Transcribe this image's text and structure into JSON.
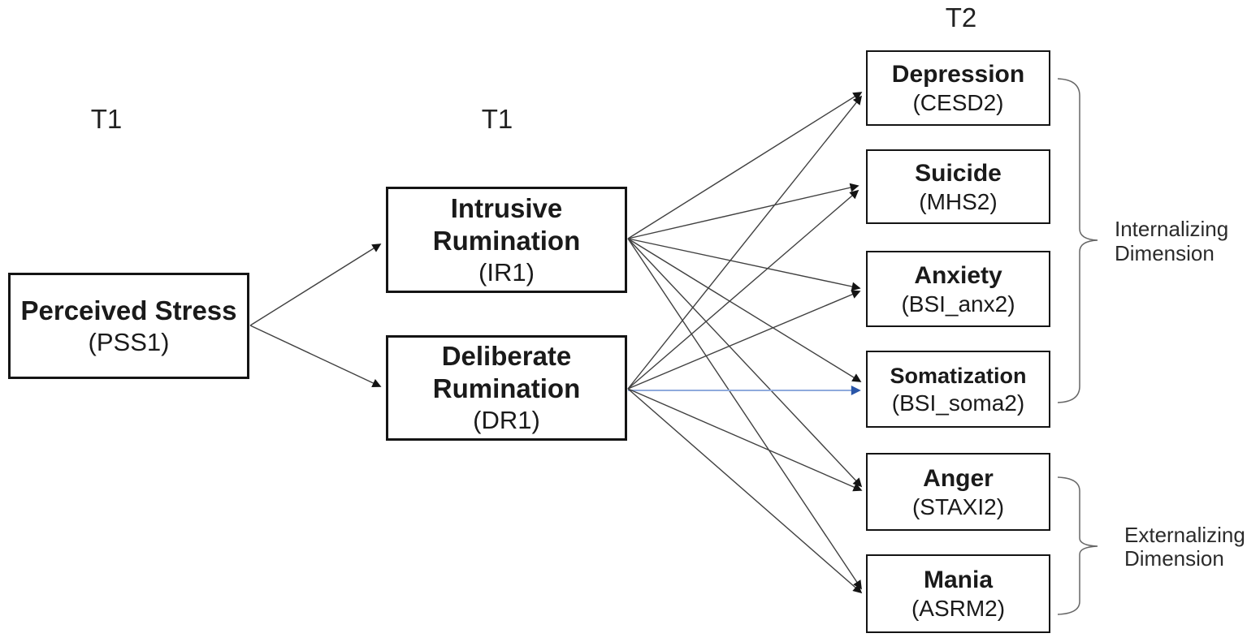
{
  "figure": {
    "time_labels": {
      "left": "T1",
      "middle": "T1",
      "right": "T2"
    },
    "nodes": {
      "pss1": {
        "title": "Perceived Stress",
        "code": "(PSS1)"
      },
      "ir1": {
        "title": "Intrusive Rumination",
        "code": "(IR1)"
      },
      "dr1": {
        "title": "Deliberate Rumination",
        "code": "(DR1)"
      },
      "depression": {
        "title": "Depression",
        "code": "(CESD2)"
      },
      "suicide": {
        "title": "Suicide",
        "code": "(MHS2)"
      },
      "anxiety": {
        "title": "Anxiety",
        "code": "(BSI_anx2)"
      },
      "somatization": {
        "title": "Somatization",
        "code": "(BSI_soma2)"
      },
      "anger": {
        "title": "Anger",
        "code": "(STAXI2)"
      },
      "mania": {
        "title": "Mania",
        "code": "(ASRM2)"
      }
    },
    "dimension_labels": {
      "internalizing": "Internalizing Dimension",
      "externalizing": "Externalizing Dimension"
    },
    "edges": [
      {
        "from": "pss1",
        "to": "ir1",
        "color": "black"
      },
      {
        "from": "pss1",
        "to": "dr1",
        "color": "black"
      },
      {
        "from": "ir1",
        "to": "depression",
        "color": "black"
      },
      {
        "from": "ir1",
        "to": "suicide",
        "color": "black"
      },
      {
        "from": "ir1",
        "to": "anxiety",
        "color": "black"
      },
      {
        "from": "ir1",
        "to": "somatization",
        "color": "black"
      },
      {
        "from": "ir1",
        "to": "anger",
        "color": "black"
      },
      {
        "from": "ir1",
        "to": "mania",
        "color": "black"
      },
      {
        "from": "dr1",
        "to": "depression",
        "color": "black"
      },
      {
        "from": "dr1",
        "to": "suicide",
        "color": "black"
      },
      {
        "from": "dr1",
        "to": "anxiety",
        "color": "black"
      },
      {
        "from": "dr1",
        "to": "somatization",
        "color": "blue"
      },
      {
        "from": "dr1",
        "to": "anger",
        "color": "black"
      },
      {
        "from": "dr1",
        "to": "mania",
        "color": "black"
      }
    ],
    "groups": [
      {
        "label": "Internalizing Dimension",
        "members": [
          "depression",
          "suicide",
          "anxiety",
          "somatization"
        ]
      },
      {
        "label": "Externalizing Dimension",
        "members": [
          "anger",
          "mania"
        ]
      }
    ],
    "colors": {
      "background": "#ffffff",
      "arrow": "#404040",
      "arrowhead": "#141414",
      "highlight_arrow_line": "#8faadc",
      "highlight_arrowhead": "#2a56a8",
      "box_border": "#141414",
      "brace": "#666666"
    }
  }
}
